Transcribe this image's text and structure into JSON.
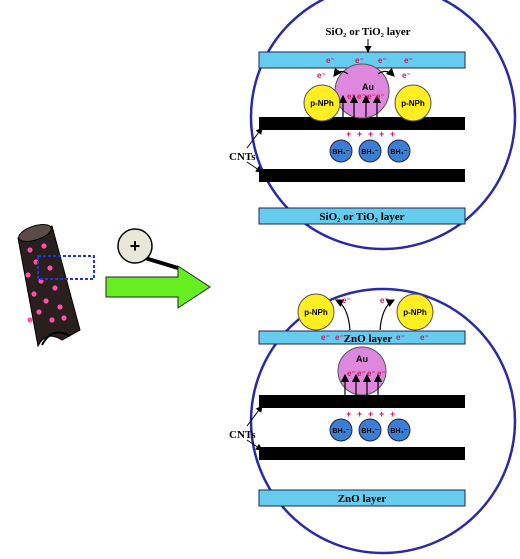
{
  "diagram": {
    "top_panel": {
      "top_layer_label": "SiO₂ or TiO₂ layer",
      "bottom_layer_label": "SiO₂ or TiO₂ layer",
      "particle_label": "Au",
      "substrate_left": "p-NPh",
      "substrate_right": "p-NPh",
      "cnt_label": "CNTs",
      "reductant": [
        "BH₄⁻",
        "BH₄⁻",
        "BH₄⁻"
      ],
      "electron": "e⁻"
    },
    "bottom_panel": {
      "top_layer_label": "ZnO layer",
      "bottom_layer_label": "ZnO layer",
      "particle_label": "Au",
      "substrate_left": "p-NPh",
      "substrate_right": "p-NPh",
      "cnt_label": "CNTs",
      "reductant": [
        "BH₄⁻",
        "BH₄⁻",
        "BH₄⁻"
      ],
      "electron": "e⁻"
    },
    "magnifier_symbol": "+",
    "colors": {
      "oxide_layer": "#66ccee",
      "cnt_wall": "#000000",
      "au_particle": "#dd88dd",
      "p_nph": "#ffee22",
      "bh4": "#3b7fd4",
      "electron": "#d4145a",
      "arrow": "#66ee22",
      "circle_border": "#2a2aa8"
    }
  }
}
